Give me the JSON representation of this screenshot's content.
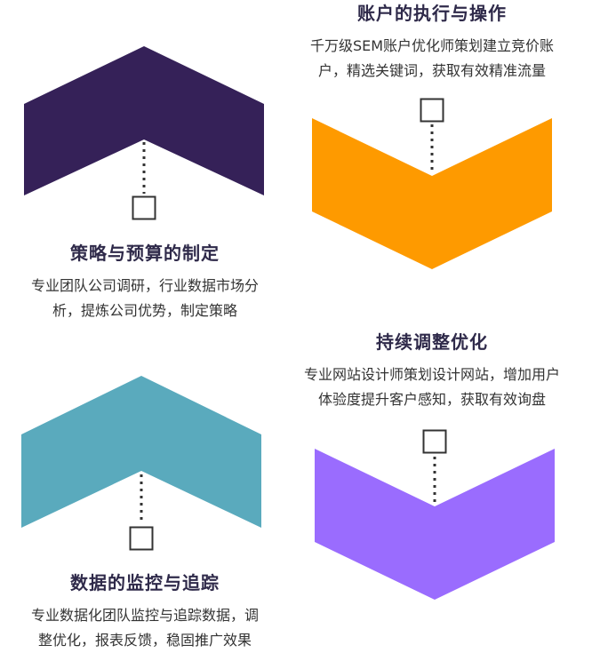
{
  "steps": [
    {
      "title": "策略与预算的制定",
      "desc_line1": "专业团队公司调研，行业数据市场分",
      "desc_line2": "析，提炼公司优势，制定策略",
      "color": "#352158"
    },
    {
      "title": "账户的执行与操作",
      "desc_line1": "千万级SEM账户优化师策划建立竞价账",
      "desc_line2": "户，精选关键词，获取有效精准流量",
      "color": "#fe9a00"
    },
    {
      "title": "持续调整优化",
      "desc_line1": "专业网站设计师策划设计网站，增加用户",
      "desc_line2": "体验度提升客户感知，获取有效询盘",
      "color": "#9a6cfe"
    },
    {
      "title": "数据的监控与追踪",
      "desc_line1": "专业数据化团队监控与追踪数据，调",
      "desc_line2": "整优化，报表反馈，稳固推广效果",
      "color": "#5aaabd"
    }
  ]
}
